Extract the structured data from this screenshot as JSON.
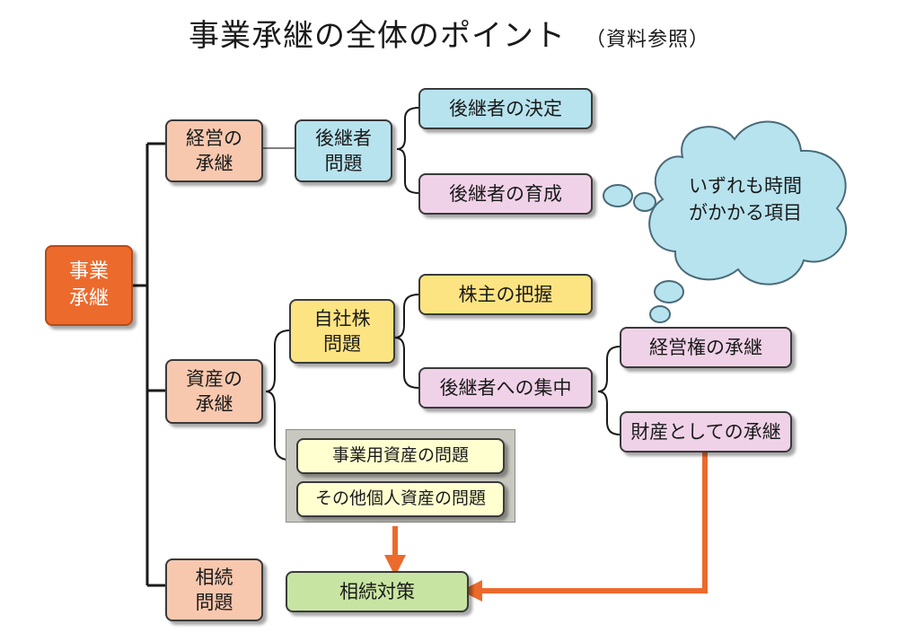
{
  "title": {
    "main": "事業承継の全体のポイント",
    "sub": "（資料参照）"
  },
  "root": "事業\n承継",
  "categories": {
    "management": "経営の\n承継",
    "assets": "資産の\n承継",
    "inheritance": "相続\n問題"
  },
  "management": {
    "issue": "後継者\n問題",
    "decide": "後継者の決定",
    "train": "後継者の育成"
  },
  "assets": {
    "issue": "自社株\n問題",
    "shareholders": "株主の把握",
    "concentrate": "後継者への集中",
    "control": "経営権の承継",
    "property": "財産としての承継",
    "business_assets": "事業用資産の問題",
    "personal_assets": "その他個人資産の問題"
  },
  "inheritance": {
    "measures": "相続対策"
  },
  "cloud": "いずれも時間\nがかかる項目",
  "colors": {
    "root": "#ec6a2c",
    "category": "#f8c8ae",
    "blue": "#b7e3ee",
    "pink": "#f0d2e8",
    "yellow": "#fde482",
    "green": "#c8e4a2",
    "cloud": "#b7e3ee",
    "arrow": "#ec6a2c"
  }
}
